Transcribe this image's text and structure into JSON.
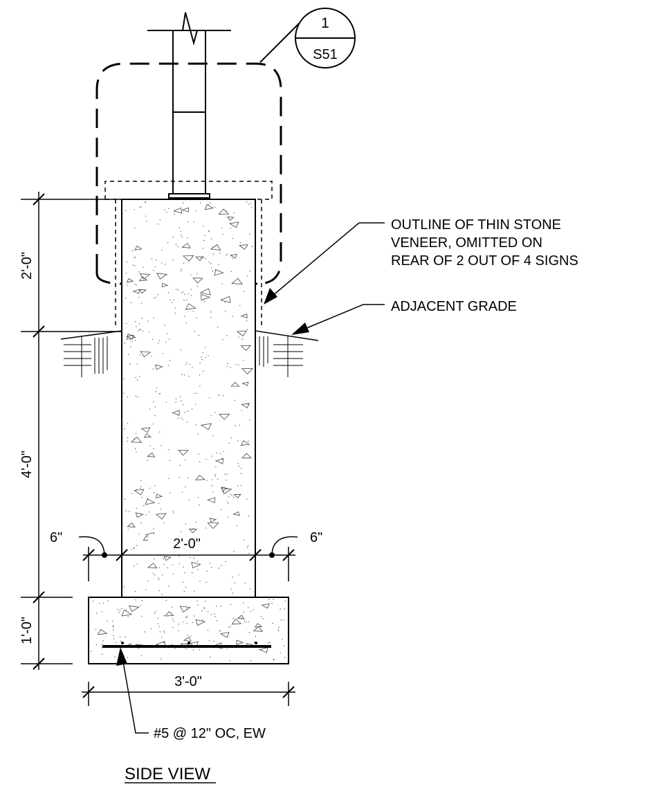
{
  "detail_callout": {
    "number": "1",
    "sheet": "S51"
  },
  "dimensions": {
    "pier_above_grade": "2'-0\"",
    "pier_below_grade": "4'-0\"",
    "footing_depth": "1'-0\"",
    "pier_width": "2'-0\"",
    "left_projection": "6\"",
    "right_projection": "6\"",
    "footing_width": "3'-0\""
  },
  "notes": {
    "veneer_line1": "OUTLINE OF THIN STONE",
    "veneer_line2": "VENEER, OMITTED ON",
    "veneer_line3": "REAR OF 2 OUT OF 4 SIGNS",
    "grade": "ADJACENT GRADE",
    "rebar": "#5 @ 12\" OC, EW"
  },
  "view_title": "SIDE VIEW"
}
